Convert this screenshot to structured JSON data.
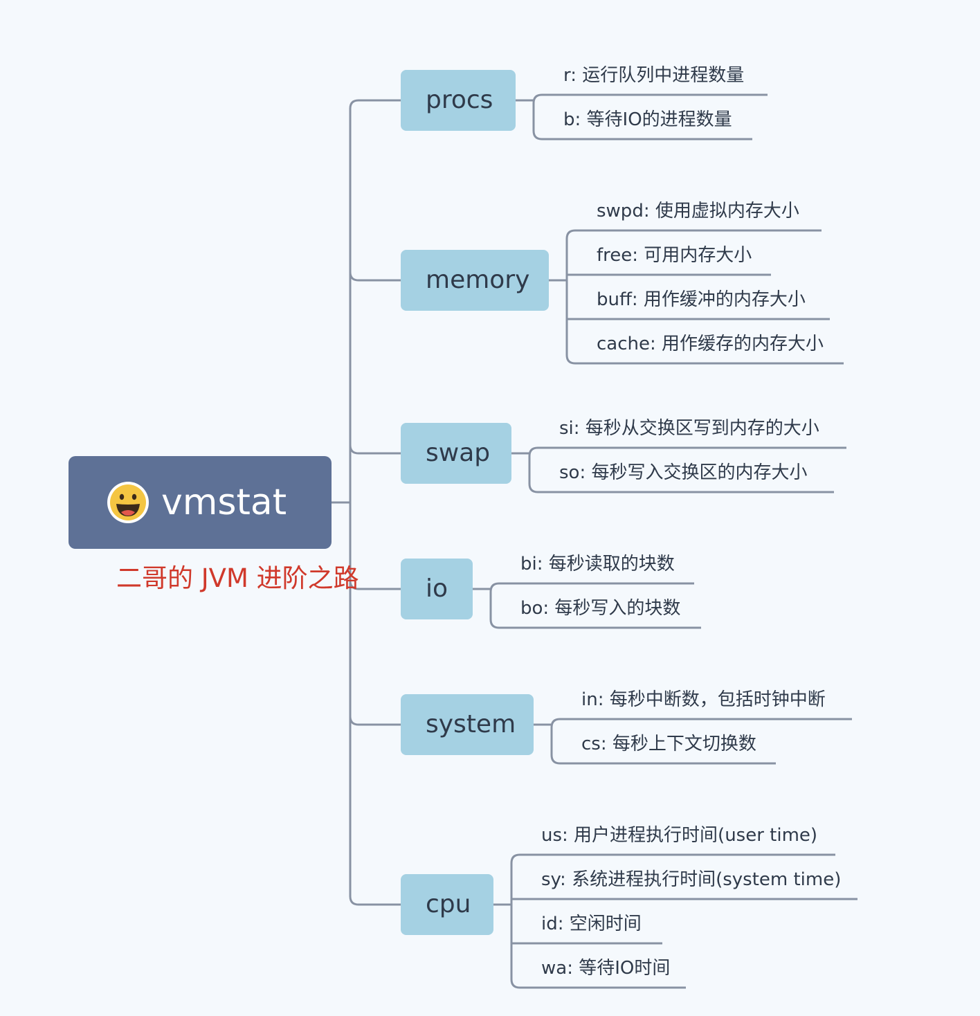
{
  "root": {
    "label": "vmstat",
    "icon": "grinning-face-icon"
  },
  "watermark": "二哥的 JVM 进阶之路",
  "colors": {
    "background": "#f5f9fd",
    "root_fill": "#5e7196",
    "branch_fill": "#a5d1e3",
    "line": "#8892a3",
    "watermark": "#d0392b"
  },
  "branches": [
    {
      "label": "procs",
      "leaves": [
        "r: 运行队列中进程数量",
        "b: 等待IO的进程数量"
      ]
    },
    {
      "label": "memory",
      "leaves": [
        "swpd: 使用虚拟内存大小",
        "free: 可用内存大小",
        "buff: 用作缓冲的内存大小",
        "cache: 用作缓存的内存大小"
      ]
    },
    {
      "label": "swap",
      "leaves": [
        "si: 每秒从交换区写到内存的大小",
        "so: 每秒写入交换区的内存大小"
      ]
    },
    {
      "label": "io",
      "leaves": [
        "bi: 每秒读取的块数",
        "bo: 每秒写入的块数"
      ]
    },
    {
      "label": "system",
      "leaves": [
        "in: 每秒中断数，包括时钟中断",
        "cs: 每秒上下文切换数"
      ]
    },
    {
      "label": "cpu",
      "leaves": [
        "us: 用户进程执行时间(user time)",
        "sy: 系统进程执行时间(system time)",
        "id: 空闲时间",
        "wa: 等待IO时间"
      ]
    }
  ]
}
